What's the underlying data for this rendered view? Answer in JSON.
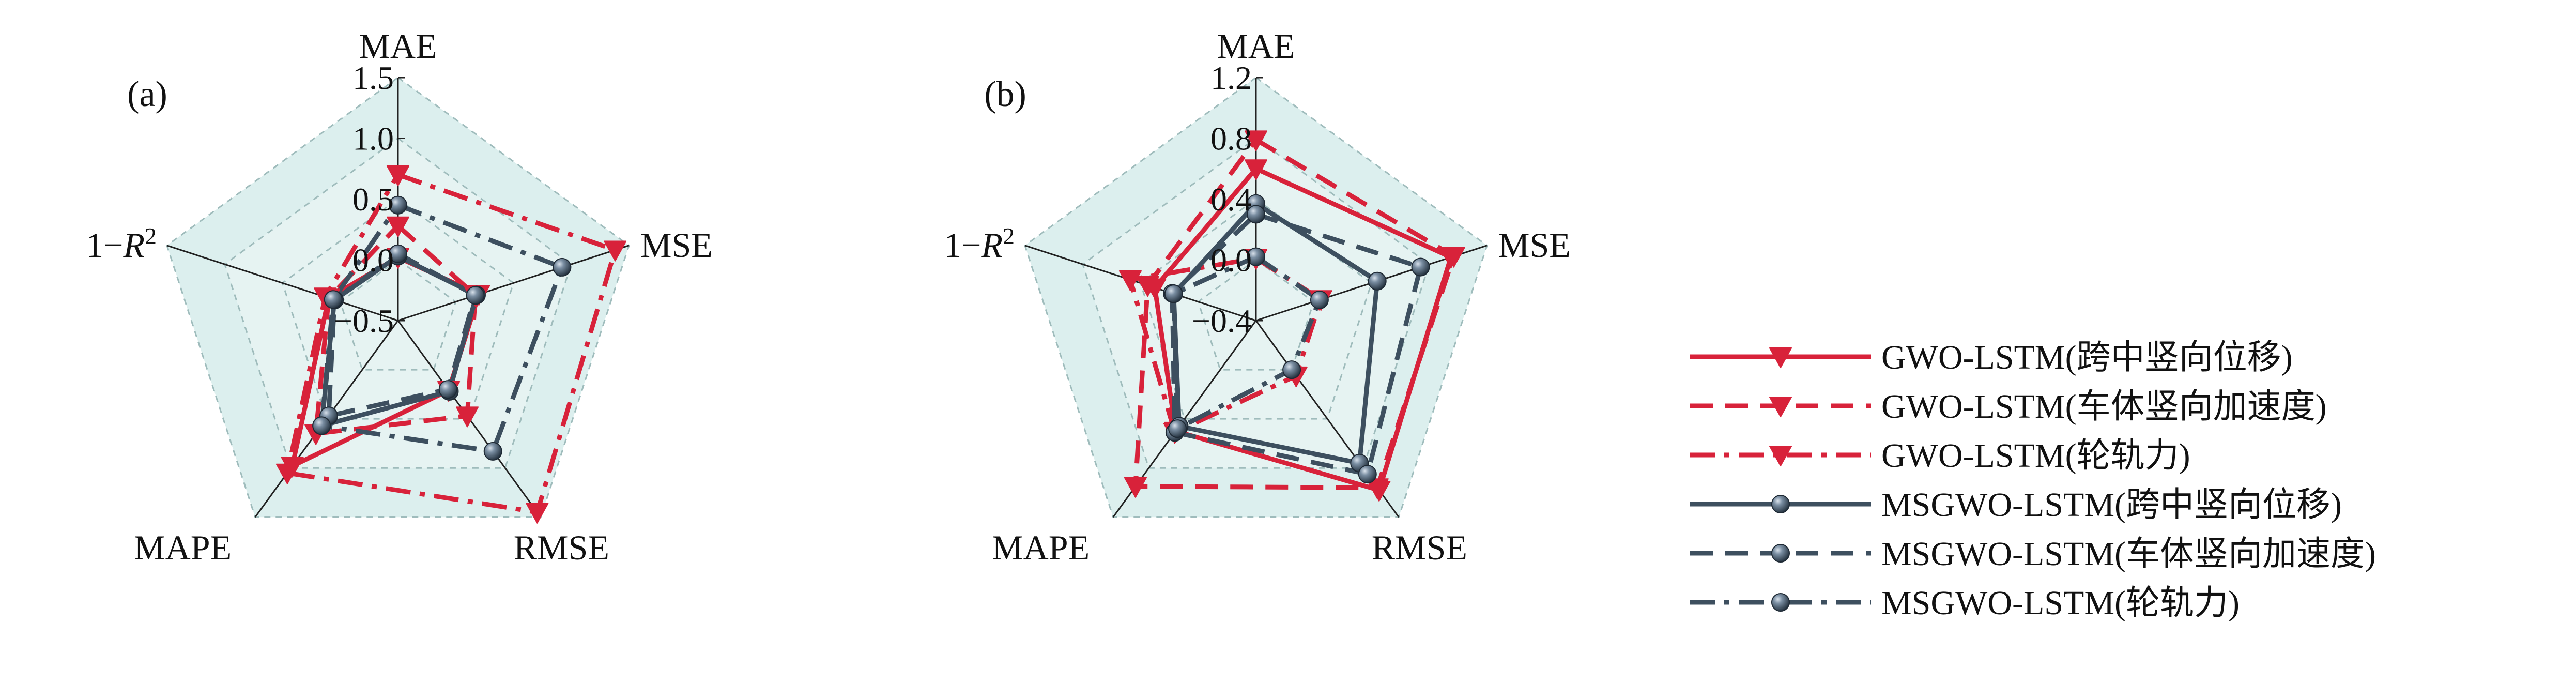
{
  "colors": {
    "gwo": "#d8223a",
    "msgwo": "#3d4f5f",
    "fill_outer": "#dcefee",
    "fill_inner": "#e6f3f2",
    "grid": "#9fbcbc",
    "axis": "#222222"
  },
  "chart_data": [
    {
      "type": "radar",
      "panel_label": "(a)",
      "axes": [
        "MAE",
        "MSE",
        "RMSE",
        "MAPE",
        "1−R²"
      ],
      "axis_labels": [
        {
          "text": "MAE"
        },
        {
          "text": "MSE"
        },
        {
          "text": "RMSE"
        },
        {
          "text": "MAPE"
        },
        {
          "base": "1−",
          "italic": "R",
          "sup": "2"
        }
      ],
      "rmin": -0.5,
      "rmax": 1.5,
      "ticks": [
        -0.5,
        0.0,
        0.5,
        1.0,
        1.5
      ],
      "tick_labels": [
        "−0.5",
        "0.0",
        "0.5",
        "1.0",
        "1.5"
      ],
      "series": [
        {
          "name": "GWO-LSTM(跨中竖向位移)",
          "values": [
            0.02,
            0.2,
            0.21,
            0.98,
            0.1
          ]
        },
        {
          "name": "GWO-LSTM(车体竖向加速度)",
          "values": [
            0.28,
            0.17,
            0.47,
            0.65,
            0.1
          ]
        },
        {
          "name": "GWO-LSTM(轮轨力)",
          "values": [
            0.7,
            1.38,
            1.45,
            1.05,
            0.13
          ]
        },
        {
          "name": "MSGWO-LSTM(跨中竖向位移)",
          "values": [
            0.03,
            0.18,
            0.22,
            0.57,
            0.05
          ]
        },
        {
          "name": "MSGWO-LSTM(车体竖向加速度)",
          "values": [
            0.05,
            0.17,
            0.2,
            0.47,
            0.05
          ]
        },
        {
          "name": "MSGWO-LSTM(轮轨力)",
          "values": [
            0.45,
            0.92,
            0.83,
            0.57,
            0.06
          ]
        }
      ]
    },
    {
      "type": "radar",
      "panel_label": "(b)",
      "axes": [
        "MAE",
        "MSE",
        "RMSE",
        "MAPE",
        "1−R²"
      ],
      "axis_labels": [
        {
          "text": "MAE"
        },
        {
          "text": "MSE"
        },
        {
          "text": "RMSE"
        },
        {
          "text": "MAPE"
        },
        {
          "base": "1−",
          "italic": "R",
          "sup": "2"
        }
      ],
      "rmin": -0.4,
      "rmax": 1.2,
      "ticks": [
        -0.4,
        0.0,
        0.4,
        0.8,
        1.2
      ],
      "tick_labels": [
        "−0.4",
        "0.0",
        "0.4",
        "0.8",
        "1.2"
      ],
      "series": [
        {
          "name": "GWO-LSTM(跨中竖向位移)",
          "values": [
            0.6,
            0.95,
            0.98,
            0.5,
            0.3
          ]
        },
        {
          "name": "GWO-LSTM(车体竖向加速度)",
          "values": [
            0.79,
            0.97,
            0.96,
            0.95,
            0.35
          ]
        },
        {
          "name": "GWO-LSTM(轮轨力)",
          "values": [
            0.01,
            0.05,
            0.05,
            0.51,
            0.47
          ]
        },
        {
          "name": "MSGWO-LSTM(跨中竖向位移)",
          "values": [
            0.37,
            0.44,
            0.76,
            0.46,
            0.17
          ]
        },
        {
          "name": "MSGWO-LSTM(车体竖向加速度)",
          "values": [
            0.3,
            0.74,
            0.85,
            0.51,
            0.18
          ]
        },
        {
          "name": "MSGWO-LSTM(轮轨力)",
          "values": [
            0.02,
            0.04,
            0.0,
            0.48,
            0.17
          ]
        }
      ]
    }
  ],
  "legend": {
    "items": [
      {
        "label": "GWO-LSTM(跨中竖向位移)",
        "color_key": "gwo",
        "dash": "solid",
        "marker": "triangle"
      },
      {
        "label": "GWO-LSTM(车体竖向加速度)",
        "color_key": "gwo",
        "dash": "dashed",
        "marker": "triangle"
      },
      {
        "label": "GWO-LSTM(轮轨力)",
        "color_key": "gwo",
        "dash": "dashdot",
        "marker": "triangle"
      },
      {
        "label": "MSGWO-LSTM(跨中竖向位移)",
        "color_key": "msgwo",
        "dash": "solid",
        "marker": "sphere"
      },
      {
        "label": "MSGWO-LSTM(车体竖向加速度)",
        "color_key": "msgwo",
        "dash": "dashed",
        "marker": "sphere"
      },
      {
        "label": "MSGWO-LSTM(轮轨力)",
        "color_key": "msgwo",
        "dash": "dashdot",
        "marker": "sphere"
      }
    ]
  }
}
